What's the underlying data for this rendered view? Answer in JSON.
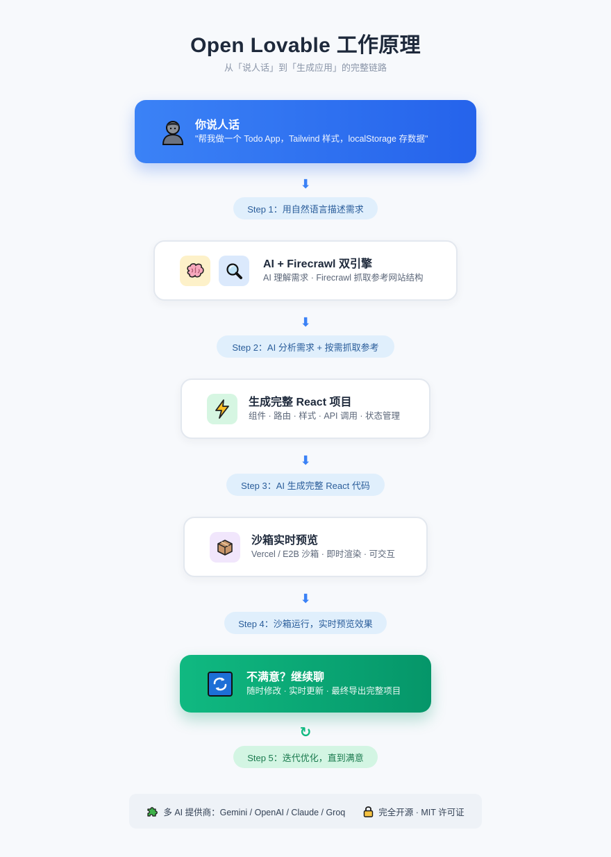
{
  "header": {
    "title": "Open Lovable 工作原理",
    "subtitle": "从「说人话」到「生成应用」的完整链路"
  },
  "cards": [
    {
      "title": "你说人话",
      "desc": "\"帮我做一个 Todo App，Tailwind 样式，localStorage 存数据\"",
      "icon": "person-icon"
    },
    {
      "title": "AI + Firecrawl 双引擎",
      "desc": "AI 理解需求 · Firecrawl 抓取参考网站结构",
      "icons": [
        "brain-icon",
        "magnifier-icon"
      ]
    },
    {
      "title": "生成完整 React 项目",
      "desc": "组件 · 路由 · 样式 · API 调用 · 状态管理",
      "icon": "lightning-icon"
    },
    {
      "title": "沙箱实时预览",
      "desc": "Vercel / E2B 沙箱 · 即时渲染 · 可交互",
      "icon": "package-icon"
    },
    {
      "title": "不满意？继续聊",
      "desc": "随时修改 · 实时更新 · 最终导出完整项目",
      "icon": "refresh-icon"
    }
  ],
  "arrows": [
    "⬇",
    "⬇",
    "⬇",
    "⬇",
    "↻"
  ],
  "steps": [
    "Step 1：用自然语言描述需求",
    "Step 2：AI 分析需求 + 按需抓取参考",
    "Step 3：AI 生成完整 React 代码",
    "Step 4：沙箱运行，实时预览效果",
    "Step 5：迭代优化，直到满意"
  ],
  "footer": {
    "providers": "多 AI 提供商：Gemini / OpenAI / Claude / Groq",
    "providers_icon": "puzzle-icon",
    "license": "完全开源 · MIT 许可证",
    "license_icon": "lock-icon"
  },
  "colors": {
    "accent_blue": "#2563eb",
    "accent_green": "#059669",
    "background": "#f7f9fc"
  }
}
